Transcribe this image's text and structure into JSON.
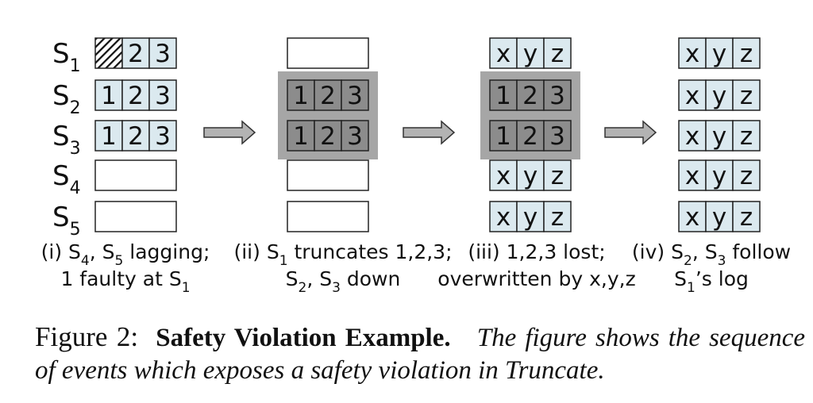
{
  "servers": [
    {
      "letter": "S",
      "index": "1"
    },
    {
      "letter": "S",
      "index": "2"
    },
    {
      "letter": "S",
      "index": "3"
    },
    {
      "letter": "S",
      "index": "4"
    },
    {
      "letter": "S",
      "index": "5"
    }
  ],
  "stages": [
    {
      "rows": [
        {
          "type": "faulty",
          "cells": [
            "",
            "2",
            "3"
          ]
        },
        {
          "type": "normal",
          "cells": [
            "1",
            "2",
            "3"
          ]
        },
        {
          "type": "normal",
          "cells": [
            "1",
            "2",
            "3"
          ]
        },
        {
          "type": "empty",
          "cells": []
        },
        {
          "type": "empty",
          "cells": []
        }
      ],
      "down_rows": [],
      "caption_lines": [
        [
          {
            "t": "(i) S"
          },
          {
            "sub": "4"
          },
          {
            "t": ", S"
          },
          {
            "sub": "5"
          },
          {
            "t": " lagging;"
          }
        ],
        [
          {
            "t": "1 faulty at S"
          },
          {
            "sub": "1"
          }
        ]
      ]
    },
    {
      "rows": [
        {
          "type": "empty",
          "cells": []
        },
        {
          "type": "down",
          "cells": [
            "1",
            "2",
            "3"
          ]
        },
        {
          "type": "down",
          "cells": [
            "1",
            "2",
            "3"
          ]
        },
        {
          "type": "empty",
          "cells": []
        },
        {
          "type": "empty",
          "cells": []
        }
      ],
      "down_rows": [
        1,
        2
      ],
      "caption_lines": [
        [
          {
            "t": "(ii) S"
          },
          {
            "sub": "1"
          },
          {
            "t": " truncates 1,2,3;"
          }
        ],
        [
          {
            "t": "S"
          },
          {
            "sub": "2"
          },
          {
            "t": ", S"
          },
          {
            "sub": "3"
          },
          {
            "t": " down"
          }
        ]
      ]
    },
    {
      "rows": [
        {
          "type": "normal",
          "cells": [
            "x",
            "y",
            "z"
          ]
        },
        {
          "type": "down",
          "cells": [
            "1",
            "2",
            "3"
          ]
        },
        {
          "type": "down",
          "cells": [
            "1",
            "2",
            "3"
          ]
        },
        {
          "type": "normal",
          "cells": [
            "x",
            "y",
            "z"
          ]
        },
        {
          "type": "normal",
          "cells": [
            "x",
            "y",
            "z"
          ]
        }
      ],
      "down_rows": [
        1,
        2
      ],
      "caption_lines": [
        [
          {
            "t": "(iii) 1,2,3 lost;"
          }
        ],
        [
          {
            "t": "overwritten by x,y,z"
          }
        ]
      ]
    },
    {
      "rows": [
        {
          "type": "normal",
          "cells": [
            "x",
            "y",
            "z"
          ]
        },
        {
          "type": "normal",
          "cells": [
            "x",
            "y",
            "z"
          ]
        },
        {
          "type": "normal",
          "cells": [
            "x",
            "y",
            "z"
          ]
        },
        {
          "type": "normal",
          "cells": [
            "x",
            "y",
            "z"
          ]
        },
        {
          "type": "normal",
          "cells": [
            "x",
            "y",
            "z"
          ]
        }
      ],
      "down_rows": [],
      "caption_lines": [
        [
          {
            "t": "(iv) S"
          },
          {
            "sub": "2"
          },
          {
            "t": ", S"
          },
          {
            "sub": "3"
          },
          {
            "t": " follow"
          }
        ],
        [
          {
            "t": "S"
          },
          {
            "sub": "1"
          },
          {
            "t": "’s log"
          }
        ]
      ]
    }
  ],
  "arrows": 3,
  "colors": {
    "cell_fill": "#dbe9ef",
    "down_cell_fill": "#8c8c8c",
    "down_highlight": "#a6a6a6",
    "arrow_fill": "#b3b3b3",
    "stroke": "#222222"
  },
  "caption": {
    "label": "Figure 2:",
    "title": "Safety Violation Example.",
    "body": "The figure shows the sequence of events which exposes a safety violation in Truncate."
  }
}
